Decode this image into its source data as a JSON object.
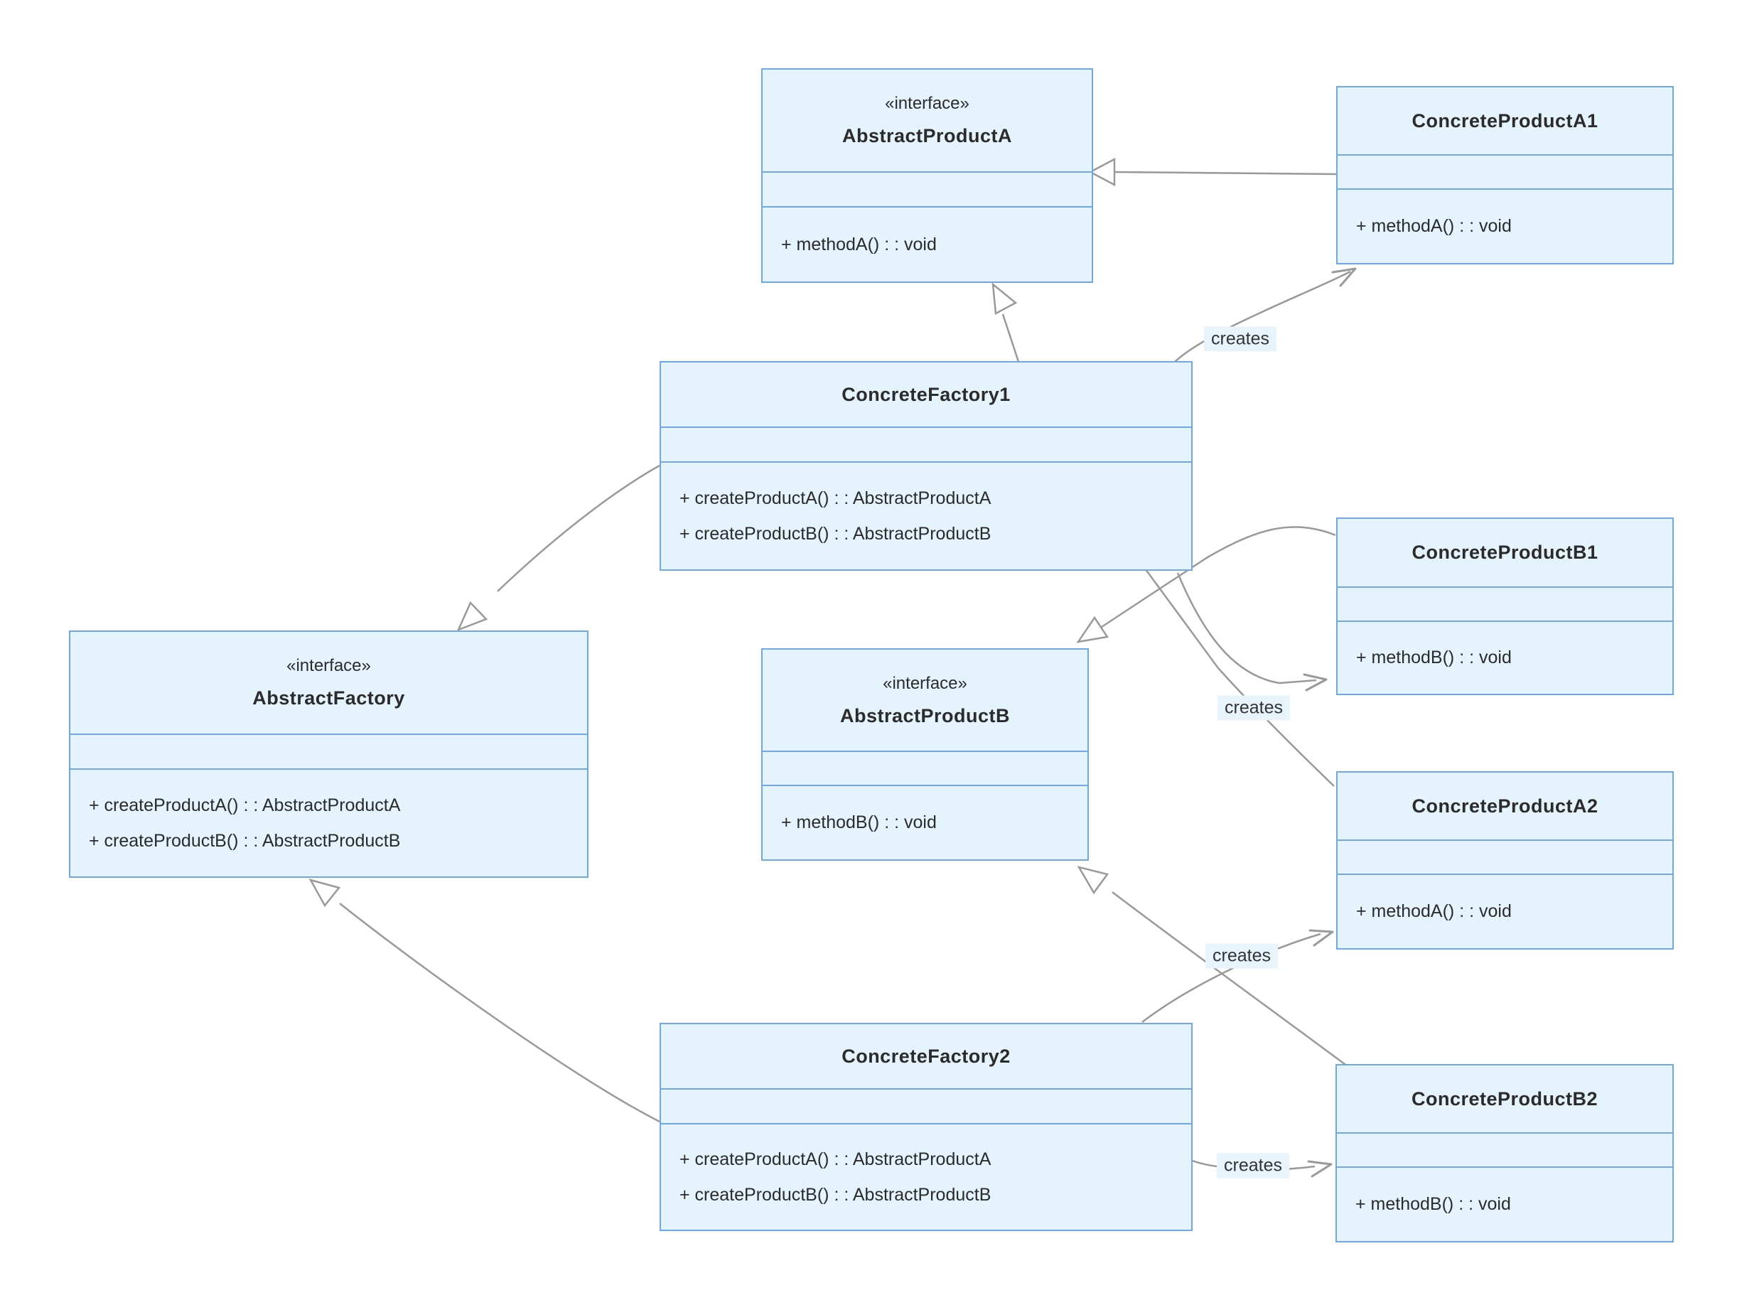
{
  "diagram_type": "uml-class-diagram",
  "pattern": "Abstract Factory",
  "colors": {
    "box_fill": "#e4f3fc",
    "box_border": "#6fa8ea",
    "edge_line": "#999999",
    "text": "#2b2b2b",
    "edge_label_bg": "#e7f4fc"
  },
  "classes": [
    {
      "id": "abstract-product-a",
      "stereotype": "«interface»",
      "name": "AbstractProductA",
      "attributes": [],
      "methods": [
        "+ methodA() : : void"
      ]
    },
    {
      "id": "concrete-product-a1",
      "stereotype": "",
      "name": "ConcreteProductA1",
      "attributes": [],
      "methods": [
        "+ methodA() : : void"
      ]
    },
    {
      "id": "concrete-factory-1",
      "stereotype": "",
      "name": "ConcreteFactory1",
      "attributes": [],
      "methods": [
        "+ createProductA() : : AbstractProductA",
        "+ createProductB() : : AbstractProductB"
      ]
    },
    {
      "id": "abstract-factory",
      "stereotype": "«interface»",
      "name": "AbstractFactory",
      "attributes": [],
      "methods": [
        "+ createProductA() : : AbstractProductA",
        "+ createProductB() : : AbstractProductB"
      ]
    },
    {
      "id": "abstract-product-b",
      "stereotype": "«interface»",
      "name": "AbstractProductB",
      "attributes": [],
      "methods": [
        "+ methodB() : : void"
      ]
    },
    {
      "id": "concrete-product-b1",
      "stereotype": "",
      "name": "ConcreteProductB1",
      "attributes": [],
      "methods": [
        "+ methodB() : : void"
      ]
    },
    {
      "id": "concrete-product-a2",
      "stereotype": "",
      "name": "ConcreteProductA2",
      "attributes": [],
      "methods": [
        "+ methodA() : : void"
      ]
    },
    {
      "id": "concrete-factory-2",
      "stereotype": "",
      "name": "ConcreteFactory2",
      "attributes": [],
      "methods": [
        "+ createProductA() : : AbstractProductA",
        "+ createProductB() : : AbstractProductB"
      ]
    },
    {
      "id": "concrete-product-b2",
      "stereotype": "",
      "name": "ConcreteProductB2",
      "attributes": [],
      "methods": [
        "+ methodB() : : void"
      ]
    }
  ],
  "relations": [
    {
      "from": "ConcreteProductA1",
      "to": "AbstractProductA",
      "type": "realization",
      "label": ""
    },
    {
      "from": "ConcreteProductA2",
      "to": "AbstractProductA",
      "type": "realization",
      "label": ""
    },
    {
      "from": "ConcreteProductB1",
      "to": "AbstractProductB",
      "type": "realization",
      "label": ""
    },
    {
      "from": "ConcreteProductB2",
      "to": "AbstractProductB",
      "type": "realization",
      "label": ""
    },
    {
      "from": "ConcreteFactory1",
      "to": "AbstractFactory",
      "type": "realization",
      "label": ""
    },
    {
      "from": "ConcreteFactory2",
      "to": "AbstractFactory",
      "type": "realization",
      "label": ""
    },
    {
      "from": "ConcreteFactory1",
      "to": "ConcreteProductA1",
      "type": "dependency",
      "label": "creates"
    },
    {
      "from": "ConcreteFactory1",
      "to": "ConcreteProductB1",
      "type": "dependency",
      "label": "creates"
    },
    {
      "from": "ConcreteFactory2",
      "to": "ConcreteProductA2",
      "type": "dependency",
      "label": "creates"
    },
    {
      "from": "ConcreteFactory2",
      "to": "ConcreteProductB2",
      "type": "dependency",
      "label": "creates"
    }
  ]
}
